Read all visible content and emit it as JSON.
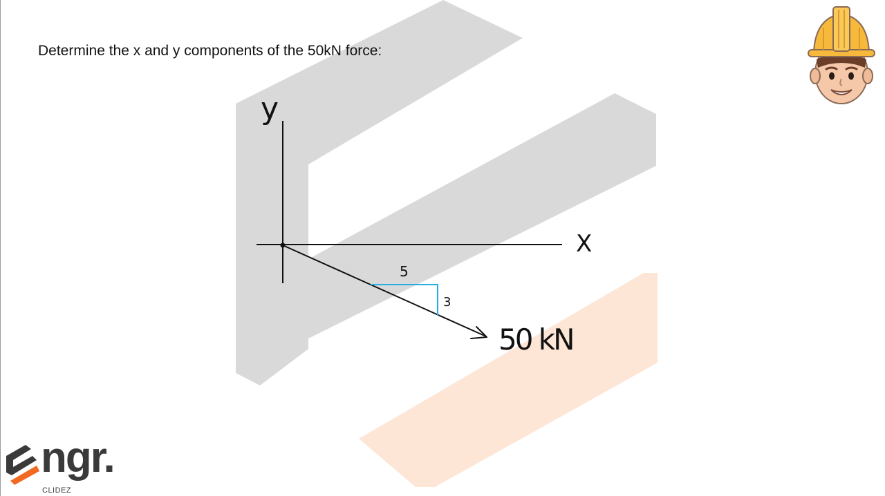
{
  "prompt": "Determine the x and y components of the 50kN force:",
  "diagram": {
    "y_axis_label": "y",
    "x_axis_label": "X",
    "slope_run": "5",
    "slope_rise": "3",
    "force_label": "50 kN"
  },
  "brand": {
    "wordmark": "ngr.",
    "tagline": "CLIDEZ"
  },
  "colors": {
    "watermark_gray": "#d9d9d9",
    "watermark_orange": "#fde6d6",
    "slope_triangle": "#29aee6",
    "brand_orange": "#f26a21",
    "ink": "#111111"
  }
}
